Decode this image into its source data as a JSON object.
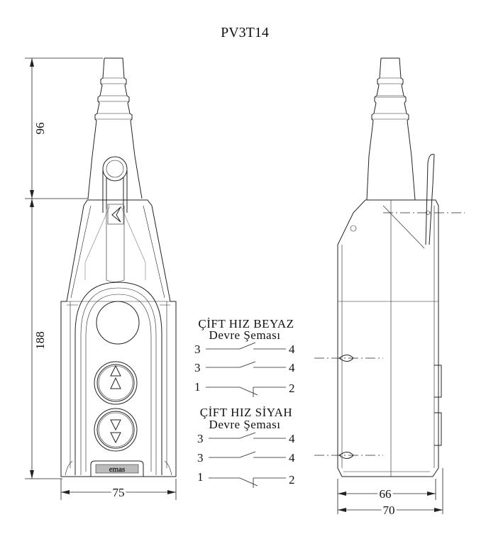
{
  "title": "PV3T14",
  "dimensions": {
    "front_top_height": "96",
    "front_body_height": "188",
    "front_width": "75",
    "side_inner_width": "66",
    "side_outer_width": "70"
  },
  "logo_text": "emas",
  "schemas": [
    {
      "title": "ÇİFT HIZ BEYAZ",
      "subtitle": "Devre Şeması",
      "rows": [
        {
          "left": "3",
          "right": "4",
          "type": "open"
        },
        {
          "left": "3",
          "right": "4",
          "type": "open"
        },
        {
          "left": "1",
          "right": "2",
          "type": "closed"
        }
      ]
    },
    {
      "title": "ÇİFT HIZ SİYAH",
      "subtitle": "Devre Şeması",
      "rows": [
        {
          "left": "3",
          "right": "4",
          "type": "open"
        },
        {
          "left": "3",
          "right": "4",
          "type": "open"
        },
        {
          "left": "1",
          "right": "2",
          "type": "closed"
        }
      ]
    }
  ]
}
